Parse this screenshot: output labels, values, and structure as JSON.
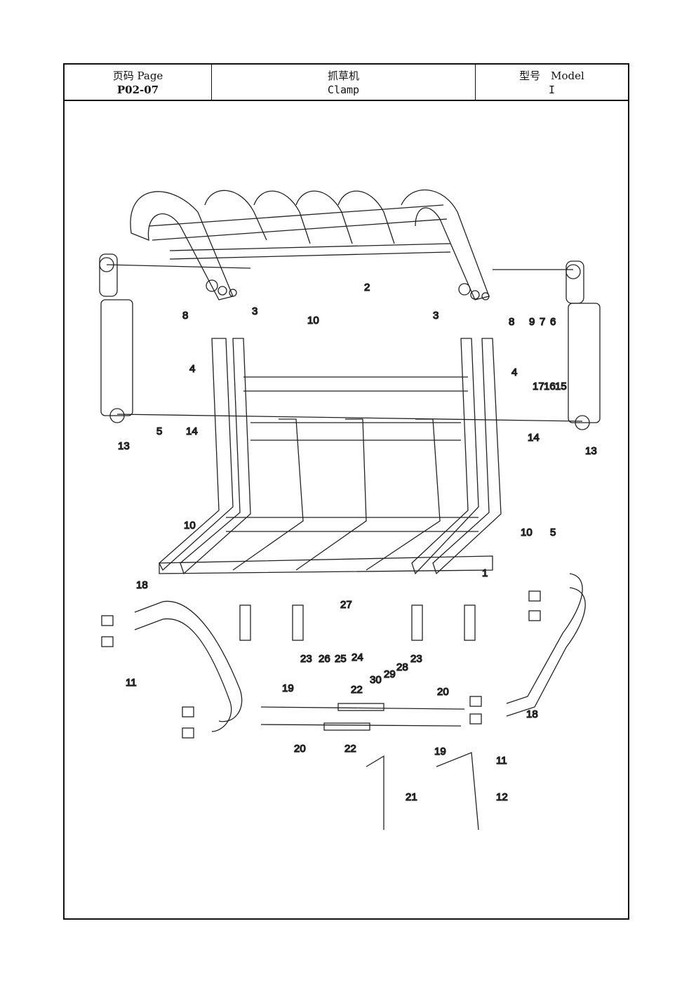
{
  "header": {
    "page_label": "页码 Page",
    "page_number": "P02-07",
    "title_cn": "抓草机",
    "title_en": "Clamp",
    "model_label": "型号　Model",
    "model_value": "I"
  },
  "callouts": [
    {
      "id": "c2",
      "text": "2"
    },
    {
      "id": "c3a",
      "text": "3"
    },
    {
      "id": "c3b",
      "text": "3"
    },
    {
      "id": "c8a",
      "text": "8"
    },
    {
      "id": "c8b",
      "text": "8"
    },
    {
      "id": "c9",
      "text": "9"
    },
    {
      "id": "c7",
      "text": "7"
    },
    {
      "id": "c6",
      "text": "6"
    },
    {
      "id": "c10a",
      "text": "10"
    },
    {
      "id": "c4a",
      "text": "4"
    },
    {
      "id": "c4b",
      "text": "4"
    },
    {
      "id": "c17",
      "text": "17"
    },
    {
      "id": "c16",
      "text": "16"
    },
    {
      "id": "c15",
      "text": "15"
    },
    {
      "id": "c13a",
      "text": "13"
    },
    {
      "id": "c13b",
      "text": "13"
    },
    {
      "id": "c5a",
      "text": "5"
    },
    {
      "id": "c14a",
      "text": "14"
    },
    {
      "id": "c14b",
      "text": "14"
    },
    {
      "id": "c10b",
      "text": "10"
    },
    {
      "id": "c10c",
      "text": "10"
    },
    {
      "id": "c5b",
      "text": "5"
    },
    {
      "id": "c1",
      "text": "1"
    },
    {
      "id": "c18a",
      "text": "18"
    },
    {
      "id": "c27",
      "text": "27"
    },
    {
      "id": "c23a",
      "text": "23"
    },
    {
      "id": "c26",
      "text": "26"
    },
    {
      "id": "c25",
      "text": "25"
    },
    {
      "id": "c24",
      "text": "24"
    },
    {
      "id": "c30",
      "text": "30"
    },
    {
      "id": "c29",
      "text": "29"
    },
    {
      "id": "c28",
      "text": "28"
    },
    {
      "id": "c23b",
      "text": "23"
    },
    {
      "id": "c11a",
      "text": "11"
    },
    {
      "id": "c19a",
      "text": "19"
    },
    {
      "id": "c22a",
      "text": "22"
    },
    {
      "id": "c20a",
      "text": "20"
    },
    {
      "id": "c18b",
      "text": "18"
    },
    {
      "id": "c20b",
      "text": "20"
    },
    {
      "id": "c22b",
      "text": "22"
    },
    {
      "id": "c19b",
      "text": "19"
    },
    {
      "id": "c11b",
      "text": "11"
    },
    {
      "id": "c21",
      "text": "21"
    },
    {
      "id": "c12",
      "text": "12"
    }
  ]
}
